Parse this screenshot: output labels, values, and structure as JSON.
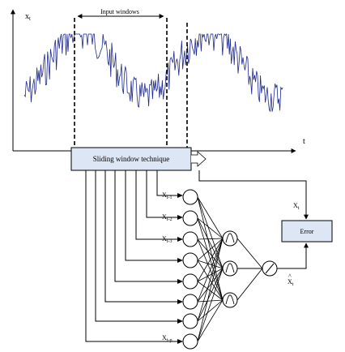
{
  "signal_plot": {
    "y_axis_label": "x",
    "y_axis_subscript": "t",
    "x_axis_label": "t",
    "windows_label": "Input windows",
    "line_color": "#1f2a8c"
  },
  "sliding_window_box": {
    "label": "Sliding window technique",
    "fill_color": "#dde6f4"
  },
  "inputs": [
    {
      "base": "X",
      "sub": "t-1"
    },
    {
      "base": "X",
      "sub": "t-2"
    },
    {
      "base": "X",
      "sub": "t-3"
    },
    {
      "base": "X",
      "sub": "t-p"
    }
  ],
  "target": {
    "base": "X",
    "sub": "t"
  },
  "output": {
    "base": "X",
    "hat": "^",
    "sub": "t"
  },
  "error_box": {
    "label": "Error",
    "fill_color": "#dde6f4"
  }
}
